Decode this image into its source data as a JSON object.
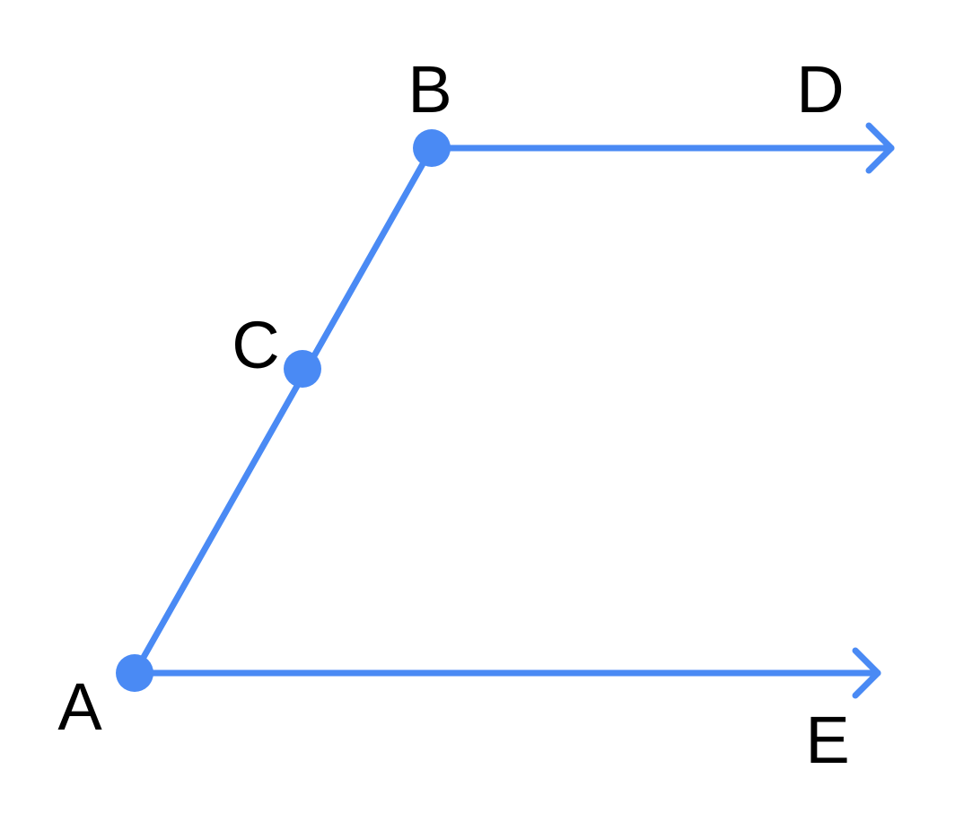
{
  "colors": {
    "stroke": "#4a8af4",
    "point": "#4a8af4",
    "text": "#000000",
    "background": "#ffffff"
  },
  "labels": {
    "A": "A",
    "B": "B",
    "C": "C",
    "D": "D",
    "E": "E"
  },
  "figure": {
    "segments": [
      "AB"
    ],
    "rays": [
      "BD",
      "AE"
    ],
    "points_on_segments": [
      "C on AB"
    ],
    "marked_points": [
      "A",
      "B",
      "C"
    ]
  }
}
